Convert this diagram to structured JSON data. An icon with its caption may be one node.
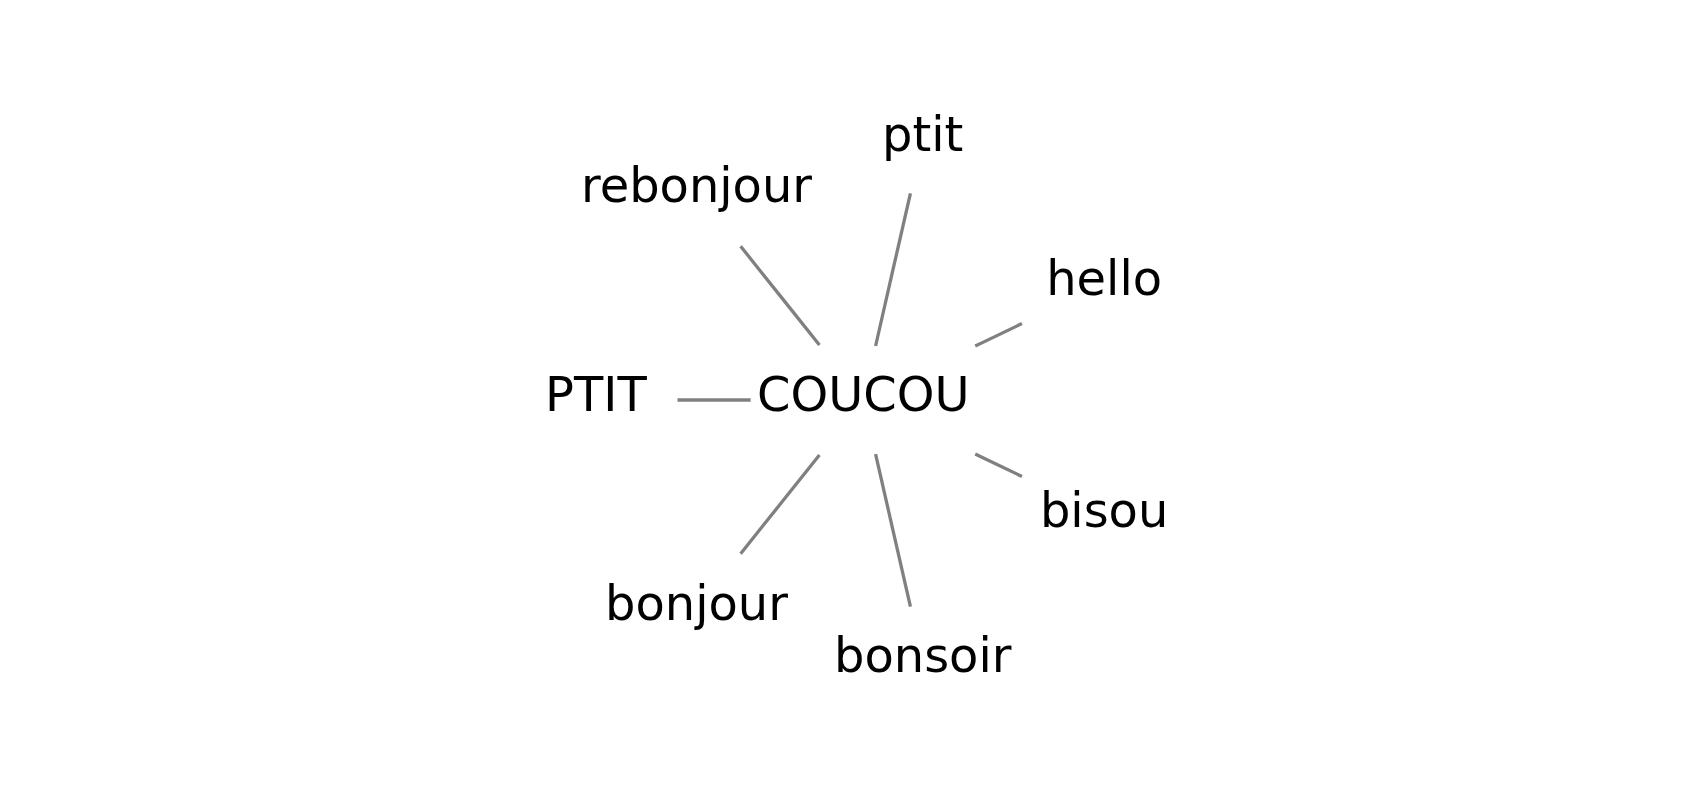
{
  "diagram": {
    "nodes": [
      {
        "text": [
          "hello"
        ]
      },
      {
        "text": [
          "bisou"
        ]
      },
      {
        "text": [
          "ptit"
        ]
      },
      {
        "text": [
          "COUCOU"
        ]
      },
      {
        "text": [
          "bonsoir"
        ]
      },
      {
        "text": [
          "rebonjour"
        ]
      },
      {
        "text": [
          "bonjour"
        ]
      },
      {
        "text": [
          "PTIT"
        ]
      }
    ],
    "edges": [
      {
        "from": 3,
        "to": 0,
        "arrow": "none"
      },
      {
        "from": 3,
        "to": 1,
        "arrow": "none"
      },
      {
        "from": 3,
        "to": 2,
        "arrow": "none"
      },
      {
        "from": 3,
        "to": 4,
        "arrow": "none"
      },
      {
        "from": 3,
        "to": 5,
        "arrow": "none"
      },
      {
        "from": 3,
        "to": 6,
        "arrow": "none"
      },
      {
        "from": 3,
        "to": 7,
        "arrow": "none"
      }
    ]
  }
}
